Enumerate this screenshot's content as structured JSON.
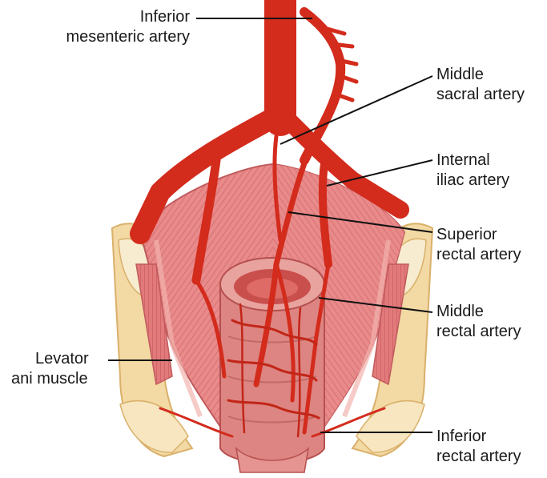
{
  "labels": {
    "inferior_mesenteric": [
      "Inferior",
      "mesenteric artery"
    ],
    "middle_sacral": [
      "Middle",
      "sacral artery"
    ],
    "internal_iliac": [
      "Internal",
      "iliac artery"
    ],
    "superior_rectal": [
      "Superior",
      "rectal artery"
    ],
    "middle_rectal": [
      "Middle",
      "rectal artery"
    ],
    "levator_ani": [
      "Levator",
      "ani muscle"
    ],
    "inferior_rectal": [
      "Inferior",
      "rectal artery"
    ]
  },
  "colors": {
    "artery": "#d32b1c",
    "artery_dark": "#a81a10",
    "muscle": "#e8878a",
    "muscle_light": "#f2b3ae",
    "muscle_stripe": "#c86466",
    "bone": "#f3d9a4",
    "bone_edge": "#d9b06a",
    "fat": "#f6e6b8",
    "leader": "#111111"
  }
}
